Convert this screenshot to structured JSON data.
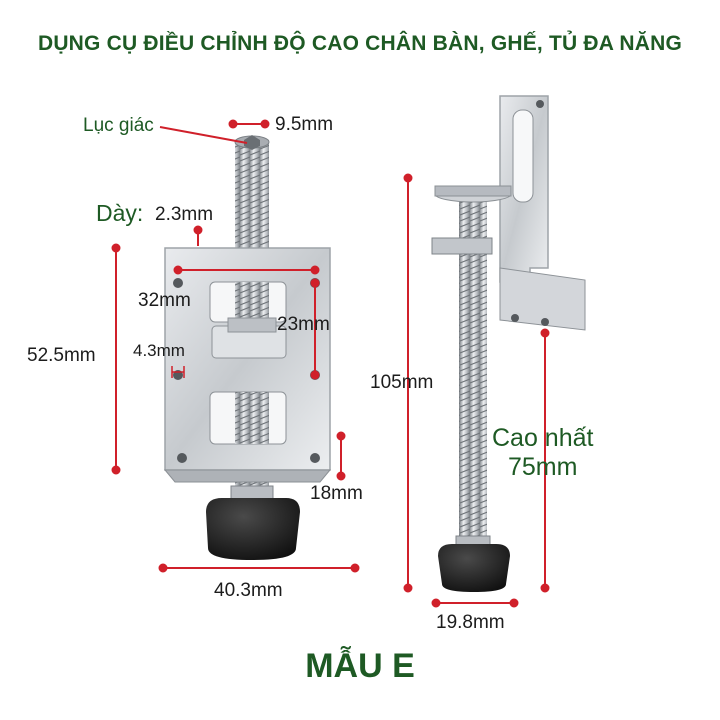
{
  "title": "DỤNG CỤ ĐIỀU CHỈNH ĐỘ CAO CHÂN BÀN, GHẾ, TỦ ĐA NĂNG",
  "model": "MẪU E",
  "colors": {
    "title": "#1e5a24",
    "marker": "#d0202a",
    "steel": "#c9ccd0",
    "rubber": "#1a1a1a"
  },
  "labels": {
    "hex_socket": "Lục giác",
    "hex_size": "9.5mm",
    "thickness_label": "Dày:",
    "thickness_value": "2.3mm",
    "hole_spacing_width": "32mm",
    "hole_spacing_height": "23mm",
    "hole_diameter": "4.3mm",
    "bracket_height": "52.5mm",
    "bottom_gap": "18mm",
    "base_width": "40.3mm",
    "total_length": "105mm",
    "max_height_line1": "Cao nhất",
    "max_height_line2": "75mm",
    "foot_diameter": "19.8mm"
  }
}
